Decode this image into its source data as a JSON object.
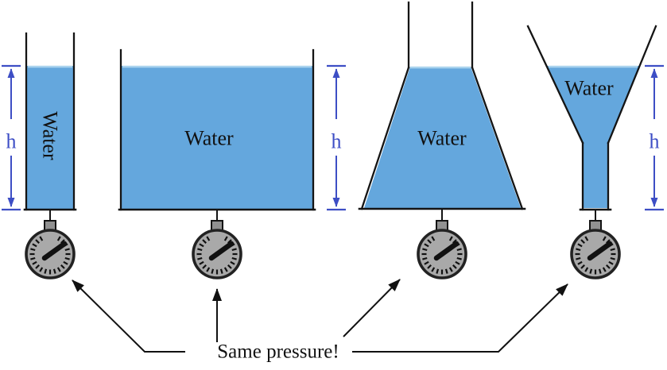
{
  "diagram": {
    "annotation": "Same pressure!",
    "height_label": "h",
    "vessels": [
      {
        "shape": "narrow-cylinder",
        "label": "Water"
      },
      {
        "shape": "wide-tank",
        "label": "Water"
      },
      {
        "shape": "conical-flask",
        "label": "Water"
      },
      {
        "shape": "funnel",
        "label": "Water"
      }
    ],
    "gauge_count": 4
  },
  "colors": {
    "water": "#64A7DD",
    "water-surface": "#A9D3EE",
    "outline": "#141414",
    "dimension": "#3D4EC5",
    "gauge-face": "#A9A9A9",
    "gauge-rim": "#222222",
    "gauge-connector": "#919191",
    "needle": "#111111",
    "annotation-ink": "#111111"
  }
}
